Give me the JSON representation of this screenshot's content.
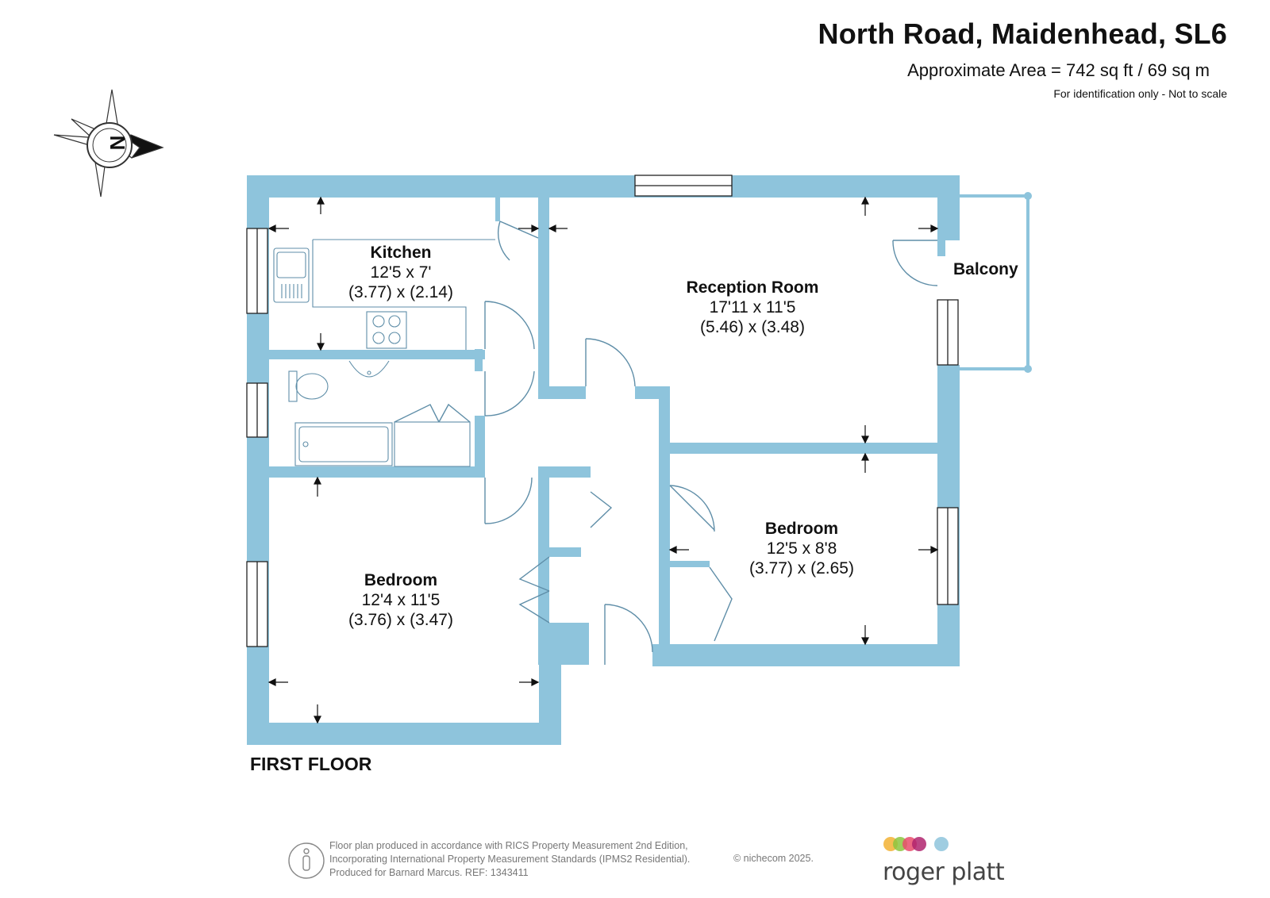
{
  "header": {
    "title": "North Road, Maidenhead, SL6",
    "area": "Approximate Area = 742 sq ft / 69 sq m",
    "note": "For identification only - Not to scale"
  },
  "compass": {
    "letter": "N"
  },
  "rooms": [
    {
      "id": "kitchen",
      "name": "Kitchen",
      "imperial": "12'5 x 7'",
      "metric": "(3.77) x (2.14)"
    },
    {
      "id": "reception",
      "name": "Reception Room",
      "imperial": "17'11 x 11'5",
      "metric": "(5.46) x (3.48)"
    },
    {
      "id": "bedroom-right",
      "name": "Bedroom",
      "imperial": "12'5 x 8'8",
      "metric": "(3.77) x (2.65)"
    },
    {
      "id": "bedroom-left",
      "name": "Bedroom",
      "imperial": "12'4 x 11'5",
      "metric": "(3.76) x (3.47)"
    }
  ],
  "balcony": {
    "name": "Balcony"
  },
  "floor": {
    "label": "FIRST FLOOR"
  },
  "footer": {
    "lines": [
      "Floor plan produced in accordance with RICS Property Measurement 2nd Edition,",
      "Incorporating International Property Measurement Standards (IPMS2 Residential).",
      "Produced for Barnard Marcus.   REF:  1343411"
    ],
    "copyright": "© nichecom 2025."
  },
  "brand": {
    "name": "roger platt",
    "dot_colors": [
      "#f2b134",
      "#8cc63f",
      "#e94b6c",
      "#b0246f",
      "#8ec4dc"
    ]
  },
  "colors": {
    "wall": "#8ec4dc",
    "fixture_line": "#5f8ea8",
    "arrow": "#111111"
  }
}
